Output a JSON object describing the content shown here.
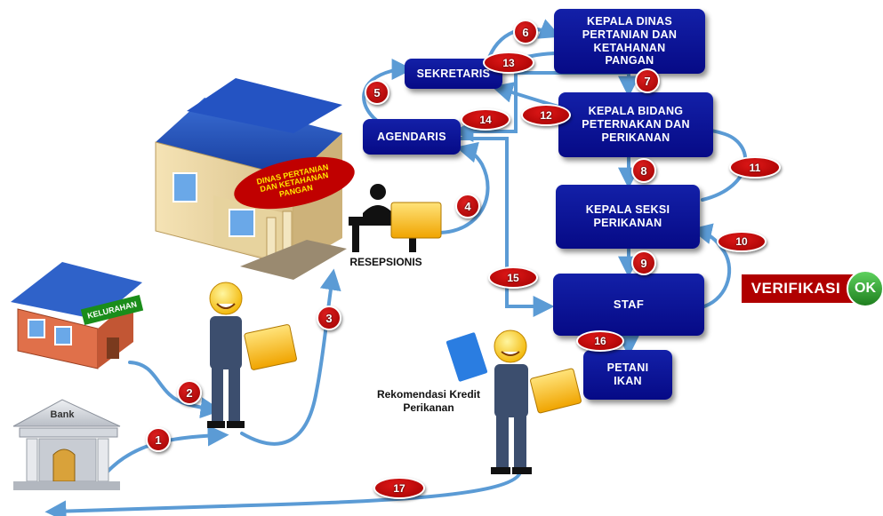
{
  "boxes": {
    "kepala_dinas": "KEPALA DINAS\nPERTANIAN DAN\nKETAHANAN\nPANGAN",
    "sekretaris": "SEKRETARIS",
    "agendaris": "AGENDARIS",
    "kepala_bidang": "KEPALA BIDANG\nPETERNAKAN DAN\nPERIKANAN",
    "kepala_seksi": "KEPALA SEKSI\nPERIKANAN",
    "staf": "STAF",
    "petani": "PETANI\nIKAN"
  },
  "buildings": {
    "dinas_sign": "DINAS PERTANIAN\nDAN KETAHANAN\nPANGAN",
    "kelurahan_sign": "KELURAHAN",
    "bank_sign": "Bank"
  },
  "labels": {
    "resepsionis": "RESEPSIONIS",
    "rekomendasi": "Rekomendasi Kredit\nPerikanan",
    "verifikasi": "VERIFIKASI",
    "ok": "OK"
  },
  "steps": [
    "1",
    "2",
    "3",
    "4",
    "5",
    "6",
    "7",
    "8",
    "9",
    "10",
    "11",
    "12",
    "13",
    "14",
    "15",
    "16",
    "17"
  ],
  "colors": {
    "box": "#0a0f93",
    "badge": "#c00000",
    "arrow": "#5b9bd5",
    "verify_bar": "#b00000",
    "ok": "#2e9e2e"
  }
}
